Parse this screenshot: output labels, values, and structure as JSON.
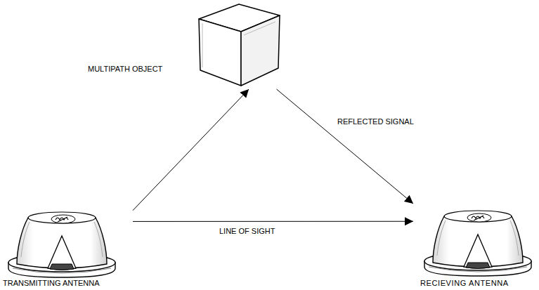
{
  "diagram": {
    "nodes": [
      {
        "text": [
          "TRANSMITTING ANTENNA"
        ]
      },
      {
        "text": [
          "MULTIPATH OBJECT"
        ]
      },
      {
        "text": [
          "RECIEVING ANTENNA"
        ]
      }
    ],
    "edges": [
      {
        "from": 0,
        "to": 1,
        "arrow": "to"
      },
      {
        "from": 1,
        "to": 2,
        "arrow": "to",
        "label": "REFLECTED SIGNAL"
      },
      {
        "from": 0,
        "to": 2,
        "arrow": "to",
        "label": "LINE OF SIGHT"
      }
    ]
  }
}
